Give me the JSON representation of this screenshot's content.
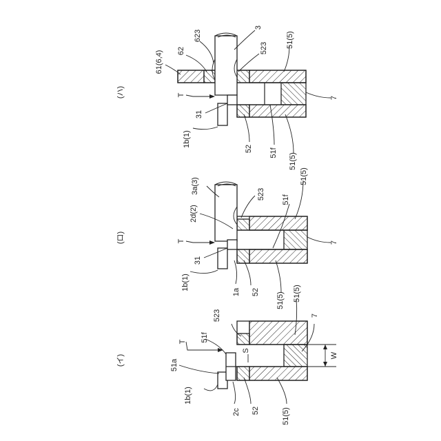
{
  "figure": {
    "panels": [
      {
        "caption": "(イ)",
        "labels": {
          "t": "T",
          "s": "S",
          "w": "W",
          "p51f": "51f",
          "p51a": "51a",
          "p1b1": "1b(1)",
          "p2c": "2c",
          "p52": "52",
          "p5155a": "51(5)",
          "p523": "523",
          "p5155b": "51(5)",
          "p7": "7"
        }
      },
      {
        "caption": "(ロ)",
        "labels": {
          "t": "T",
          "p2d2": "2d(2)",
          "p3a3": "3a(3)",
          "p523": "523",
          "p51f": "51f",
          "p5155a": "51(5)",
          "p7": "7",
          "p31": "31",
          "p1b1": "1b(1)",
          "p1a": "1a",
          "p52": "52",
          "p5155b": "51(5)"
        }
      },
      {
        "caption": "(ハ)",
        "labels": {
          "p61": "61(6,4)",
          "p62": "62",
          "p623": "623",
          "p3": "3",
          "p523": "523",
          "p5155a": "51(5)",
          "t": "T",
          "p31": "31",
          "p7": "7",
          "p1b1": "1b(1)",
          "p52": "52",
          "p51f": "51f",
          "p5155b": "51(5)"
        }
      }
    ]
  }
}
